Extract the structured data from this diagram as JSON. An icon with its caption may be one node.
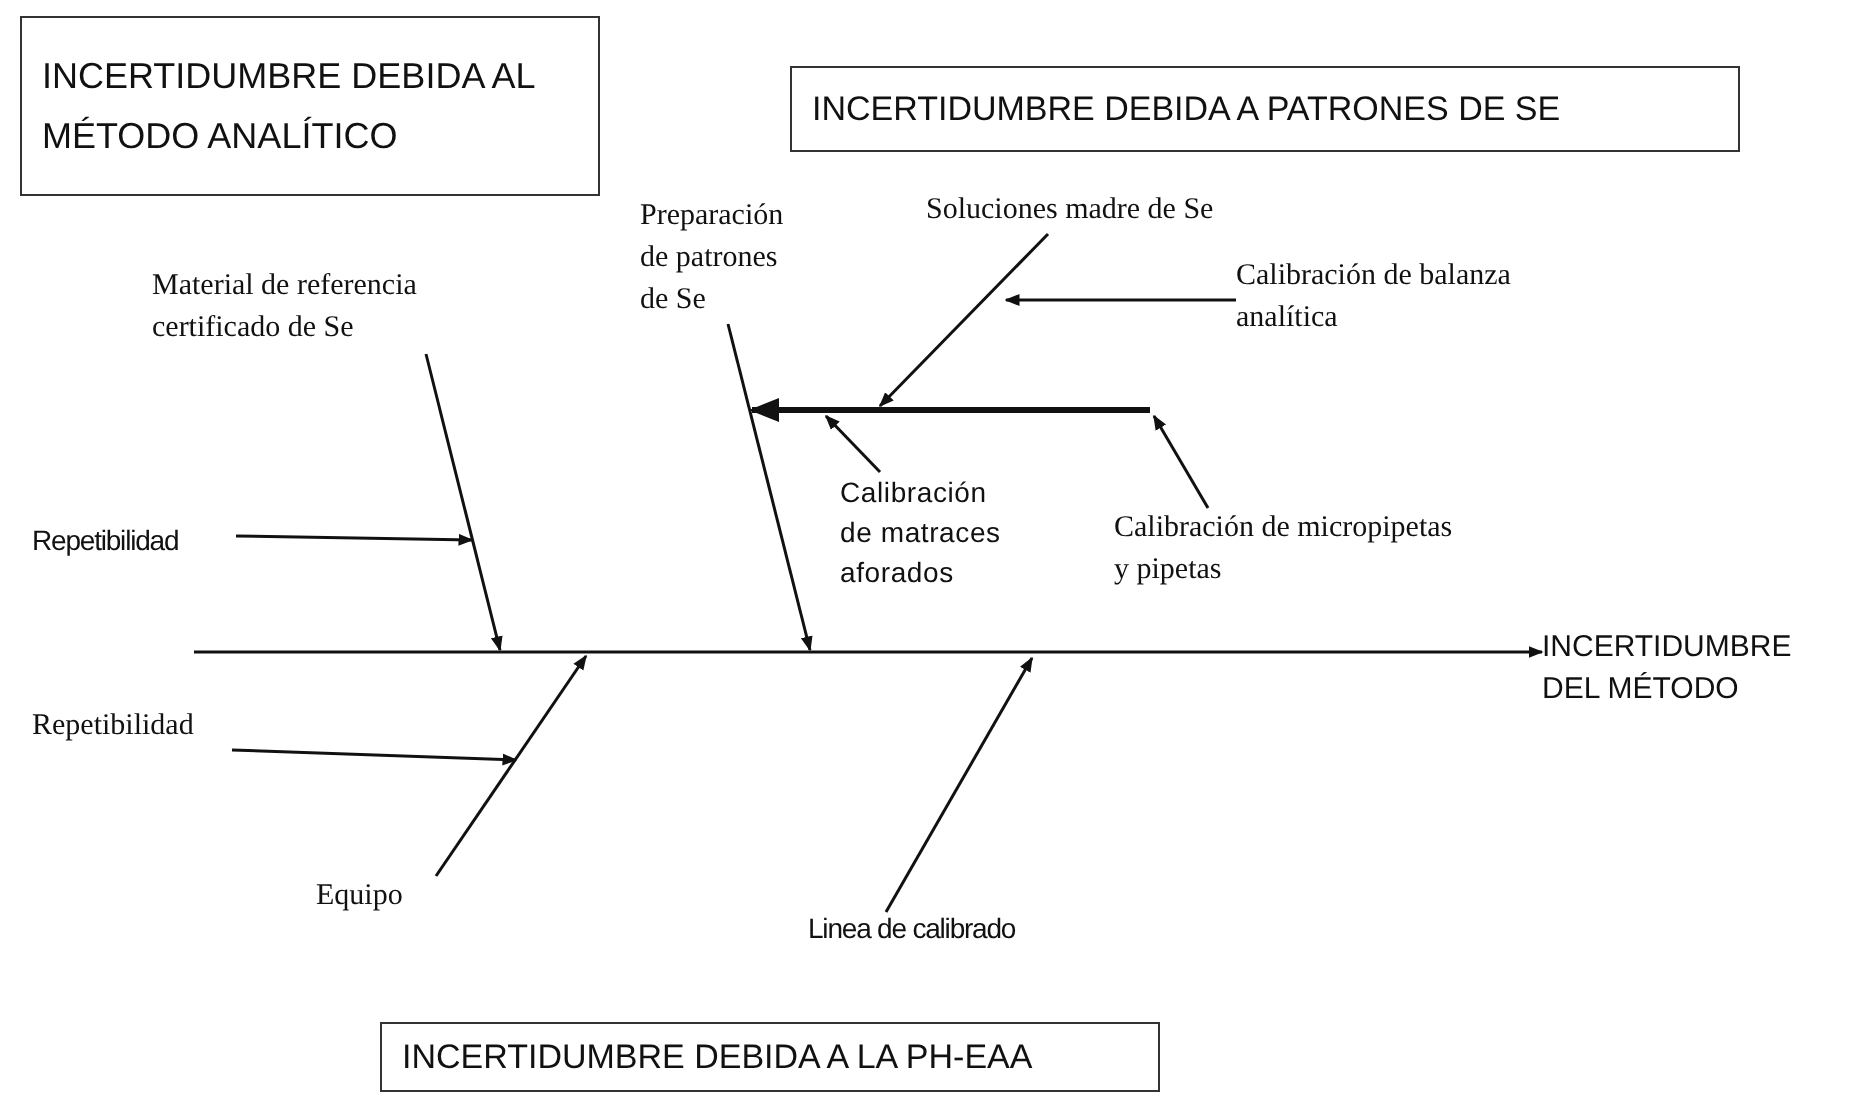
{
  "diagram": {
    "nodes": [
      {
        "text": [
          "INCERTIDUMBRE DEBIDA AL MÉTODO ANALÍTICO"
        ]
      },
      {
        "text": [
          "INCERTIDUMBRE DEBIDA A PATRONES DE SE"
        ]
      },
      {
        "text": [
          "Material de referencia certificado de Se"
        ]
      },
      {
        "text": [
          "Preparación de patrones de Se"
        ]
      },
      {
        "text": [
          "Soluciones madre de Se"
        ]
      },
      {
        "text": [
          "Calibración de balanza analítica"
        ]
      },
      {
        "text": [
          "Repetibilidad"
        ]
      },
      {
        "text": [
          "Calibración de matraces aforados"
        ]
      },
      {
        "text": [
          "Calibración de micropipetas y pipetas"
        ]
      },
      {
        "text": [
          "INCERTIDUMBRE DEL MÉTODO"
        ]
      },
      {
        "text": [
          "Repetibilidad"
        ]
      },
      {
        "text": [
          "Equipo"
        ]
      },
      {
        "text": [
          "Linea de calibrado"
        ]
      },
      {
        "text": [
          "INCERTIDUMBRE DEBIDA A LA PH-EAA"
        ]
      }
    ],
    "edges": [
      {
        "from": null,
        "to": 9,
        "arrow": "to"
      },
      {
        "from": 2,
        "to": null,
        "arrow": "to"
      },
      {
        "from": 6,
        "to": null,
        "arrow": "to"
      },
      {
        "from": 3,
        "to": null,
        "arrow": "to"
      },
      {
        "from": 4,
        "to": null,
        "arrow": "to"
      },
      {
        "from": 5,
        "to": null,
        "arrow": "to"
      },
      {
        "from": 7,
        "to": null,
        "arrow": "to"
      },
      {
        "from": 8,
        "to": null,
        "arrow": "to"
      },
      {
        "from": 10,
        "to": null,
        "arrow": "to"
      },
      {
        "from": 11,
        "to": null,
        "arrow": "to"
      },
      {
        "from": 12,
        "to": null,
        "arrow": "to"
      }
    ]
  }
}
